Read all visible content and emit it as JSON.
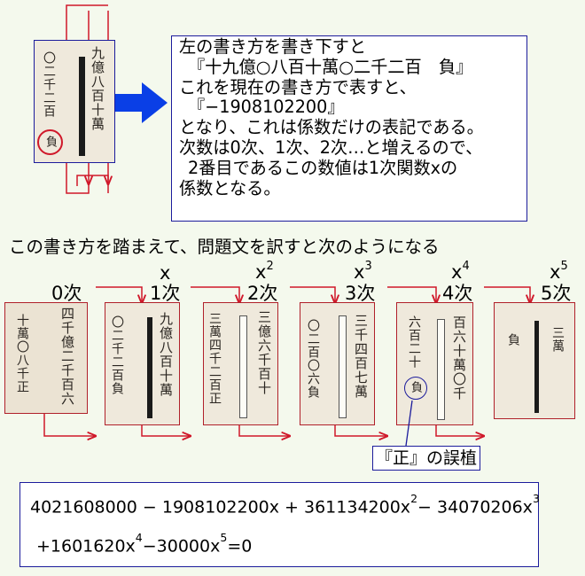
{
  "description": {
    "lines": [
      "左の書き方を書き下すと",
      "『十九億○八百十萬○二千二百　負』",
      "これを現在の書き方で表すと、",
      "『−1908102200』",
      "となり、これは係数だけの表記である。",
      "次数は0次、1次、2次…と増えるので、",
      "2番目であるこの数値は1次関数xの",
      "係数となる。"
    ]
  },
  "top_scan": {
    "right_column": "九億八百十萬",
    "left_column": "〇二千二百",
    "circled": "負"
  },
  "intro": "この書き方を踏まえて、問題文を訳すと次のようになる",
  "terms": [
    {
      "degree": "0次",
      "power": "",
      "exp": "",
      "right": "四千億二千百六",
      "left": "十萬〇八千正"
    },
    {
      "degree": "1次",
      "power": "x",
      "exp": "",
      "right": "九億八百十萬",
      "left": "〇二千二百負"
    },
    {
      "degree": "2次",
      "power": "x",
      "exp": "2",
      "right": "三億六千百十",
      "left": "三萬四千二百正"
    },
    {
      "degree": "3次",
      "power": "x",
      "exp": "3",
      "right": "三千四百七萬",
      "left": "〇二百〇六負"
    },
    {
      "degree": "4次",
      "power": "x",
      "exp": "4",
      "right": "百六十萬〇千",
      "left": "六百二十",
      "circled": "負"
    },
    {
      "degree": "5次",
      "power": "x",
      "exp": "5",
      "right": "三萬",
      "left": "負"
    }
  ],
  "misprint_note": "『正』の誤植",
  "formula": {
    "line1": {
      "t0": "4021608000 − 1908102200x + 361134200x",
      "e1": "2",
      "t1": "− 34070206x",
      "e2": "3"
    },
    "line2": {
      "t0": "+1601620x",
      "e1": "4",
      "t1": "−30000x",
      "e2": "5",
      "t2": "=0"
    }
  },
  "colors": {
    "border_blue": "#1c1c9c",
    "arrow_blue": "#0a3fe6",
    "line_red": "#d0182a",
    "background": "#f4f9ed"
  }
}
